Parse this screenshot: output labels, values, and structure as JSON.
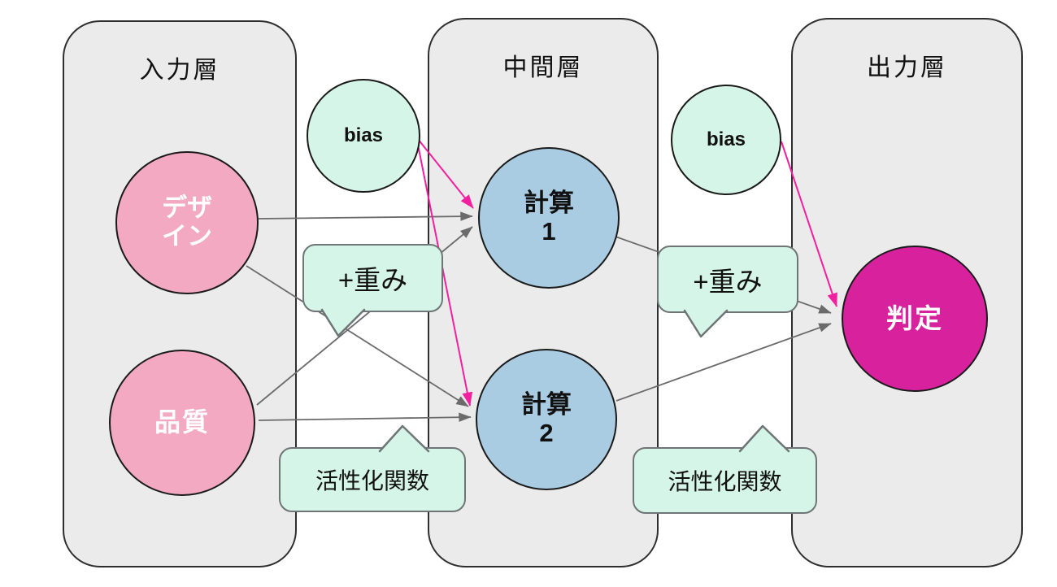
{
  "diagram": {
    "type": "neural-network",
    "layers": {
      "input": {
        "title": "入力層"
      },
      "hidden": {
        "title": "中間層"
      },
      "output": {
        "title": "出力層"
      }
    },
    "nodes": {
      "design": {
        "line1": "デザ",
        "line2": "イン"
      },
      "quality": {
        "label": "品質"
      },
      "bias1": {
        "label": "bias"
      },
      "bias2": {
        "label": "bias"
      },
      "calc1": {
        "line1": "計算",
        "line2": "1"
      },
      "calc2": {
        "line1": "計算",
        "line2": "2"
      },
      "decision": {
        "label": "判定"
      }
    },
    "callouts": {
      "weights1": {
        "label": "+重み"
      },
      "weights2": {
        "label": "+重み"
      },
      "activation1": {
        "label": "活性化関数"
      },
      "activation2": {
        "label": "活性化関数"
      }
    },
    "edges": [
      {
        "from": "design",
        "to": "calc1",
        "color": "gray"
      },
      {
        "from": "design",
        "to": "calc2",
        "color": "gray"
      },
      {
        "from": "quality",
        "to": "calc1",
        "color": "gray"
      },
      {
        "from": "quality",
        "to": "calc2",
        "color": "gray"
      },
      {
        "from": "calc1",
        "to": "decision",
        "color": "gray"
      },
      {
        "from": "calc2",
        "to": "decision",
        "color": "gray"
      },
      {
        "from": "bias1",
        "to": "calc1",
        "color": "magenta"
      },
      {
        "from": "bias1",
        "to": "calc2",
        "color": "magenta"
      },
      {
        "from": "bias2",
        "to": "decision",
        "color": "magenta"
      }
    ],
    "colors": {
      "panel_fill": "#EBEBEB",
      "panel_border": "#2E2E2E",
      "input_node_fill": "#F3A9C2",
      "hidden_node_fill": "#A9CCE3",
      "output_node_fill": "#D7219D",
      "bias_fill": "#D6F5E9",
      "callout_fill": "#D6F5E9",
      "callout_border": "#6F7577",
      "edge_gray": "#6B6B6B",
      "edge_magenta": "#F21F9F",
      "node_text_light": "#FFFFFF",
      "node_text_dark": "#111111"
    }
  }
}
